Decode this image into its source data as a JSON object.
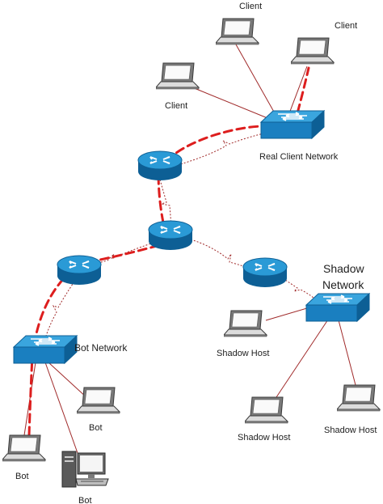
{
  "labels": {
    "client_top": "Client",
    "client_right": "Client",
    "client_left": "Client",
    "real_client_network": "Real Client Network",
    "shadow_network_line1": "Shadow",
    "shadow_network_line2": "Network",
    "bot_network": "Bot Network",
    "shadow_host_1": "Shadow Host",
    "shadow_host_2": "Shadow Host",
    "shadow_host_3": "Shadow Host",
    "bot_1": "Bot",
    "bot_2": "Bot",
    "bot_3": "Bot"
  },
  "colors": {
    "device_blue": "#1f8fcf",
    "device_dark": "#0d5f95",
    "link_red": "#a02a2a",
    "attack_red": "#dd1e1e"
  },
  "icons": {
    "router": "router-icon",
    "switch": "switch-icon",
    "laptop": "laptop-icon",
    "desktop": "desktop-icon"
  }
}
